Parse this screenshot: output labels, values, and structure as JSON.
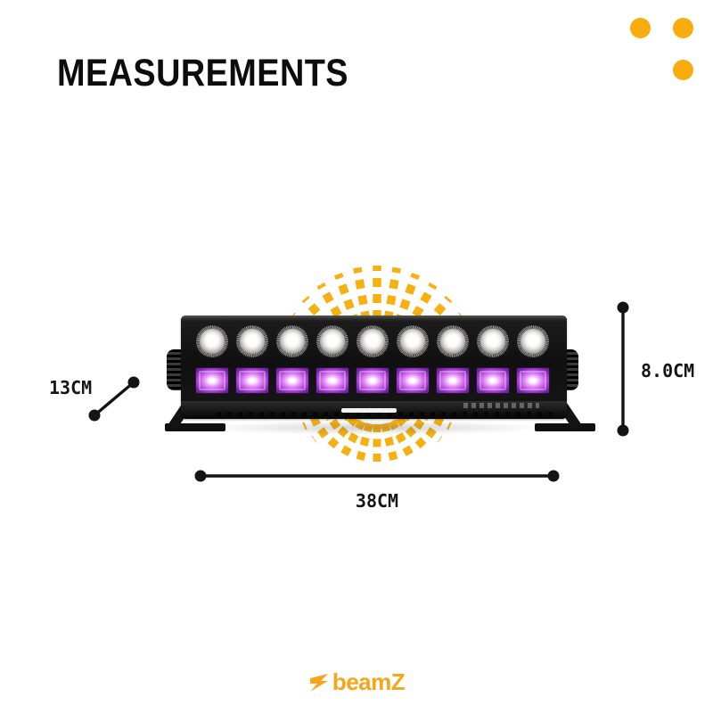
{
  "header": {
    "title": "MEASUREMENTS"
  },
  "decor": {
    "corner_dot_count": 3,
    "dot_color": "#F8AC0D",
    "ray_color": "#F5B011"
  },
  "product": {
    "top_led_count": 9,
    "uv_led_count": 9,
    "uv_color": "#C85FE8"
  },
  "measurements": {
    "depth": "13CM",
    "height": "8.0CM",
    "width": "38CM"
  },
  "footer": {
    "brand": "beamZ",
    "brand_color": "#F9A51C"
  }
}
